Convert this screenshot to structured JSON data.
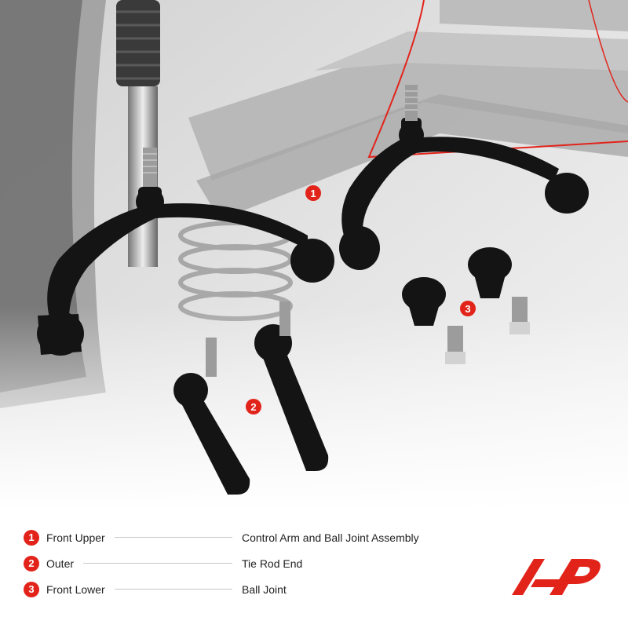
{
  "callouts": [
    {
      "number": "1"
    },
    {
      "number": "2"
    },
    {
      "number": "3"
    }
  ],
  "legend": [
    {
      "number": "1",
      "position": "Front Upper",
      "description": "Control Arm and Ball Joint Assembly"
    },
    {
      "number": "2",
      "position": "Outer",
      "description": "Tie Rod End"
    },
    {
      "number": "3",
      "position": "Front Lower",
      "description": "Ball Joint"
    }
  ],
  "colors": {
    "accent": "#e2231a",
    "parts": "#141414",
    "background": "#ffffff"
  },
  "brand_logo": "brand-logo-icon"
}
